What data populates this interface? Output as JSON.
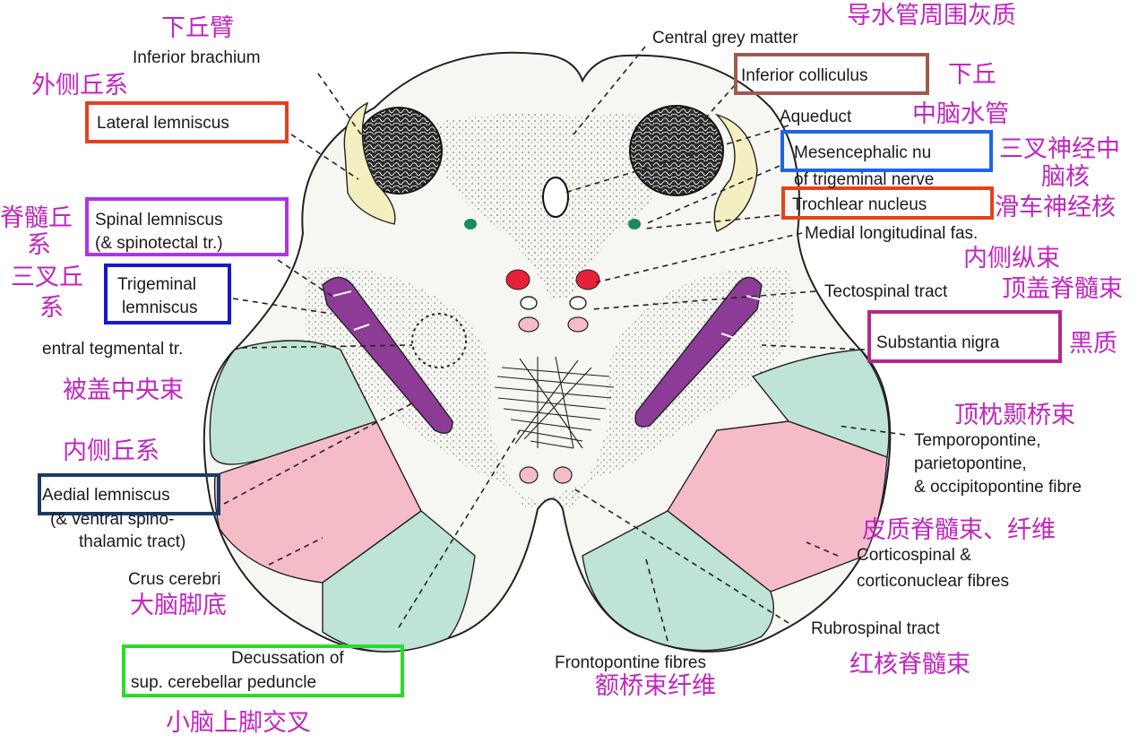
{
  "colors": {
    "chinese_text": "#c026c0",
    "box_red": "#e8401c",
    "box_brown": "#a05a50",
    "box_purple": "#b232e6",
    "box_blue": "#1818c8",
    "box_bright_blue": "#1e64e6",
    "box_navy": "#1e3a64",
    "box_magenta": "#b4288c",
    "box_green": "#28dc28",
    "lemniscus_purple": "#8c3c96",
    "peduncle_teal": "#bfe3d6",
    "peduncle_pink": "#f5bcc8",
    "colliculus_yellow": "#f4efc0",
    "nucleus_red": "#e8203a",
    "nucleus_green": "#1a8a60"
  },
  "labels": {
    "inferior_brachium": {
      "en": "Inferior brachium",
      "zh": "下丘臂"
    },
    "central_grey_matter": {
      "en": "Central grey matter",
      "zh": "导水管周围灰质"
    },
    "inferior_colliculus": {
      "en": "Inferior colliculus",
      "zh": "下丘"
    },
    "lateral_lemniscus": {
      "en": "Lateral lemniscus",
      "zh": "外侧丘系"
    },
    "aqueduct": {
      "en": "Aqueduct",
      "zh": "中脑水管"
    },
    "mesencephalic_nucleus": {
      "en_line1": "Mesencephalic nu",
      "en_line2": "of trigeminal nerve",
      "zh_line1": "三叉神经中",
      "zh_line2": "脑核"
    },
    "trochlear_nucleus": {
      "en": "Trochlear nucleus",
      "zh": "滑车神经核"
    },
    "spinal_lemniscus": {
      "en_line1": "Spinal lemniscus",
      "en_line2": "(& spinotectal tr.)",
      "zh_line1": "脊髓丘",
      "zh_line2": "系"
    },
    "medial_longitudinal": {
      "en": "Medial longitudinal fas.",
      "zh": "内侧纵束"
    },
    "trigeminal_lemniscus": {
      "en_line1": "Trigeminal",
      "en_line2": "lemniscus",
      "zh_line1": "三叉丘",
      "zh_line2": "系"
    },
    "tectospinal_tract": {
      "en": "Tectospinal tract",
      "zh": "顶盖脊髓束"
    },
    "central_tegmental": {
      "en": "entral tegmental tr.",
      "zh": "被盖中央束"
    },
    "substantia_nigra": {
      "en": "Substantia nigra",
      "zh": "黑质"
    },
    "temporopontine": {
      "en_line1": "Temporopontine,",
      "en_line2": "parietopontine,",
      "en_line3": "& occipitopontine fibre",
      "zh": "顶枕颞桥束"
    },
    "medial_lemniscus": {
      "en_line1": "Aedial lemniscus",
      "en_line2": "(& ventral spino-",
      "en_line3": "thalamic tract)",
      "zh": "内侧丘系"
    },
    "corticospinal": {
      "en_line1": "Corticospinal &",
      "en_line2": "corticonuclear fibres",
      "zh": "皮质脊髓束、纤维"
    },
    "crus_cerebri": {
      "en": "Crus cerebri",
      "zh": "大脑脚底"
    },
    "rubrospinal": {
      "en": "Rubrospinal tract",
      "zh": "红核脊髓束"
    },
    "frontopontine": {
      "en": "Frontopontine fibres",
      "zh": "额桥束纤维"
    },
    "decussation": {
      "en_line1": "Decussation of",
      "en_line2": "sup. cerebellar peduncle",
      "zh": "小脑上脚交叉"
    }
  }
}
